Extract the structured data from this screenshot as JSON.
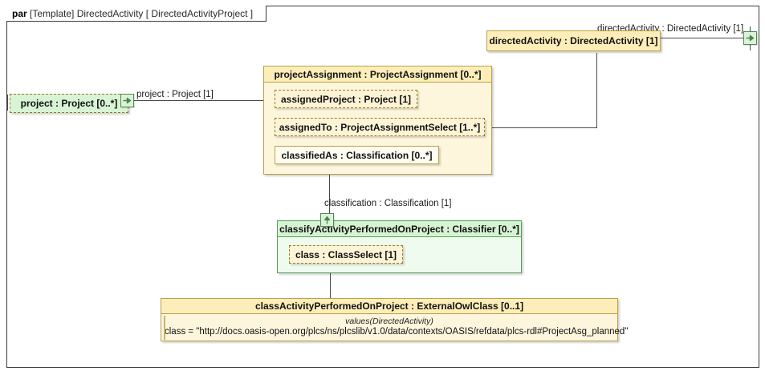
{
  "frame": {
    "keyword": "par",
    "label": "[Template] DirectedActivity [ DirectedActivityProject ]"
  },
  "nodes": {
    "project": {
      "title": "project : Project [0..*]",
      "port_icon": "arrow-right-port-icon"
    },
    "directed_activity": {
      "title": "directedActivity : DirectedActivity [1]",
      "port_icon": "arrow-right-port-icon"
    },
    "project_assignment": {
      "title": "projectAssignment : ProjectAssignment [0..*]",
      "parts": [
        {
          "label": "assignedProject : Project [1]",
          "style": "dashed"
        },
        {
          "label": "assignedTo : ProjectAssignmentSelect [1..*]",
          "style": "dashed"
        },
        {
          "label": "classifiedAs : Classification [0..*]",
          "style": "solid"
        }
      ]
    },
    "classifier": {
      "title": "classifyActivityPerformedOnProject : Classifier [0..*]",
      "port_icon": "arrow-up-port-icon",
      "parts": [
        {
          "label": "class : ClassSelect [1]",
          "style": "dashed"
        }
      ]
    },
    "external_owl_class": {
      "title": "classActivityPerformedOnProject : ExternalOwlClass [0..1]",
      "values_stereotype": "values(DirectedActivity)",
      "class_assignment": "class = \"http://docs.oasis-open.org/plcs/ns/plcslib/v1.0/data/contexts/OASIS/refdata/plcs-rdl#ProjectAsg_planned\""
    }
  },
  "edge_labels": {
    "project_binding": "project : Project [1]",
    "directed_activity_binding": "directedActivity : DirectedActivity [1]",
    "classification_binding": "classification : Classification [1]"
  },
  "colors": {
    "yellow_fill": "#fdf6dd",
    "yellow_header": "#fdeeb9",
    "yellow_border": "#b9a14a",
    "green_fill": "#f0fbef",
    "green_header": "#d6f3d2",
    "green_border": "#56a05a",
    "green_node_fill": "#d9f4d4",
    "line": "#4a4a4a",
    "port_fill": "#dff0da",
    "port_border": "#4e8a52"
  }
}
